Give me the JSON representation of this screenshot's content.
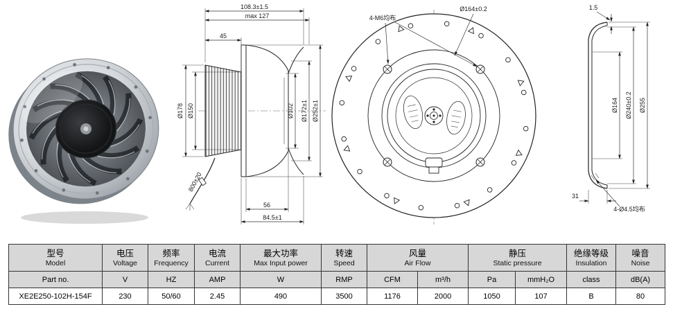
{
  "drawings": {
    "side_view": {
      "dim_width_top": "108.3±1.5",
      "dim_max_depth": "max 127",
      "dim_blade_width": "45",
      "dim_d178": "Ø178",
      "dim_d150": "Ø150",
      "dim_d102": "Ø102",
      "dim_d172": "Ø172±1",
      "dim_d252": "Ø252±1",
      "dim_cable_length": "800±20",
      "dim_depth_56": "56",
      "dim_depth_845": "84.5±1"
    },
    "front_view": {
      "label_screws": "4-M6均布",
      "label_d164": "Ø164±0.2"
    },
    "section_view": {
      "dim_thickness": "1.5",
      "dim_d164": "Ø164",
      "dim_d240": "Ø240±0.2",
      "dim_d255": "Ø255",
      "dim_offset_31": "31",
      "label_holes": "4-Ø4.5均布"
    }
  },
  "table": {
    "headers": [
      {
        "zh": "型号",
        "en": "Model"
      },
      {
        "zh": "电压",
        "en": "Voltage"
      },
      {
        "zh": "频率",
        "en": "Frequency"
      },
      {
        "zh": "电流",
        "en": "Current"
      },
      {
        "zh": "最大功率",
        "en": "Max Input power"
      },
      {
        "zh": "转速",
        "en": "Speed"
      },
      {
        "zh": "风量",
        "en": "Air Flow"
      },
      {
        "zh": "静压",
        "en": "Static pressure"
      },
      {
        "zh": "绝缘等级",
        "en": "Insulation"
      },
      {
        "zh": "噪音",
        "en": "Noise"
      }
    ],
    "units": [
      "Part no.",
      "V",
      "HZ",
      "AMP",
      "W",
      "RMP",
      "CFM",
      "m³/h",
      "Pa",
      "mmH₂O",
      "class",
      "dB(A)"
    ],
    "row": [
      "XE2E250-102H-154F",
      "230",
      "50/60",
      "2.45",
      "490",
      "3500",
      "1176",
      "2000",
      "1050",
      "107",
      "B",
      "80"
    ]
  }
}
